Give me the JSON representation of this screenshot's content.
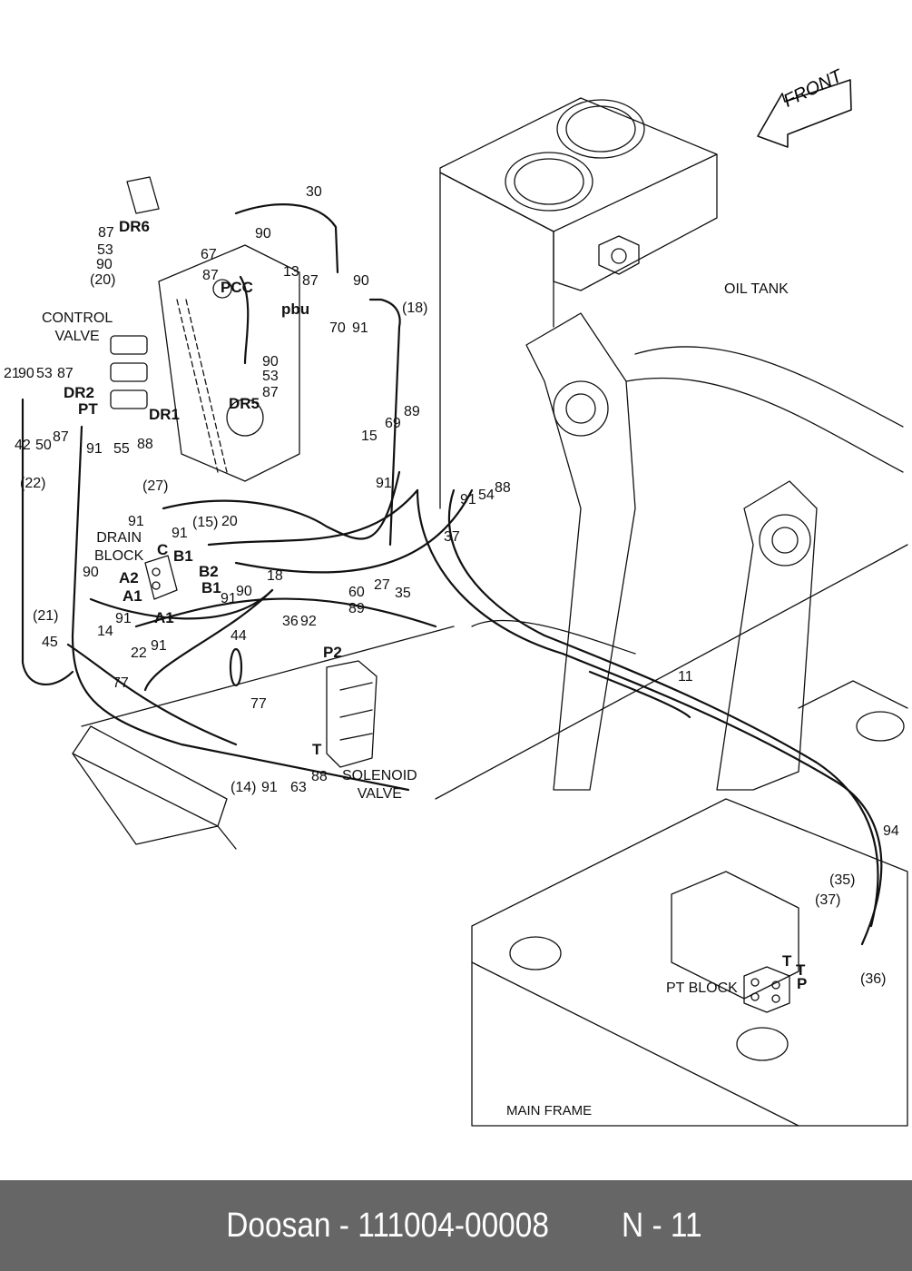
{
  "footer": {
    "brand_part": "Doosan - 111004-00008",
    "page": "N - 11"
  },
  "direction_arrow": {
    "label": "FRONT",
    "icon": "front-arrow-icon"
  },
  "assemblies": {
    "control_valve": [
      "CONTROL",
      "VALVE"
    ],
    "drain_block": [
      "DRAIN",
      "BLOCK"
    ],
    "solenoid_valve": [
      "SOLENOID",
      "VALVE"
    ],
    "oil_tank": "OIL TANK",
    "pt_block": "PT BLOCK",
    "main_frame": "MAIN FRAME"
  },
  "port_labels": {
    "dr6": "DR6",
    "pcc": "PCC",
    "pbu": "pbu",
    "dr5": "DR5",
    "dr2": "DR2",
    "pt": "PT",
    "dr1": "DR1",
    "c": "C",
    "b1_top": "B1",
    "a2": "A2",
    "b2": "B2",
    "a1_block": "A1",
    "b1_bottom": "B1",
    "a1_hose": "A1",
    "p2": "P2",
    "t_solenoid": "T",
    "t_pt1": "T",
    "t_pt2": "T",
    "p_pt": "P"
  },
  "callouts": [
    {
      "id": "c87a",
      "text": "87"
    },
    {
      "id": "c53a",
      "text": "53"
    },
    {
      "id": "c90a",
      "text": "90"
    },
    {
      "id": "c20",
      "text": "(20)"
    },
    {
      "id": "c30",
      "text": "30"
    },
    {
      "id": "c90b",
      "text": "90"
    },
    {
      "id": "c67",
      "text": "67"
    },
    {
      "id": "c87b",
      "text": "87"
    },
    {
      "id": "c13",
      "text": "13"
    },
    {
      "id": "c87c",
      "text": "87"
    },
    {
      "id": "c90c",
      "text": "90"
    },
    {
      "id": "c70",
      "text": "70"
    },
    {
      "id": "c91a",
      "text": "91"
    },
    {
      "id": "c18p",
      "text": "(18)"
    },
    {
      "id": "c21",
      "text": "21"
    },
    {
      "id": "c90d",
      "text": "90"
    },
    {
      "id": "c53b",
      "text": "53"
    },
    {
      "id": "c87d",
      "text": "87"
    },
    {
      "id": "c42",
      "text": "42"
    },
    {
      "id": "c50",
      "text": "50"
    },
    {
      "id": "c87e",
      "text": "87"
    },
    {
      "id": "c91b",
      "text": "91"
    },
    {
      "id": "c55",
      "text": "55"
    },
    {
      "id": "c88a",
      "text": "88"
    },
    {
      "id": "c22p",
      "text": "(22)"
    },
    {
      "id": "c90e",
      "text": "90"
    },
    {
      "id": "c53c",
      "text": "53"
    },
    {
      "id": "c87f",
      "text": "87"
    },
    {
      "id": "c15",
      "text": "15"
    },
    {
      "id": "c69",
      "text": "69"
    },
    {
      "id": "c89a",
      "text": "89"
    },
    {
      "id": "c91c",
      "text": "91"
    },
    {
      "id": "c91d",
      "text": "91"
    },
    {
      "id": "c54",
      "text": "54"
    },
    {
      "id": "c88b",
      "text": "88"
    },
    {
      "id": "c37",
      "text": "37"
    },
    {
      "id": "c27p",
      "text": "(27)"
    },
    {
      "id": "c91e",
      "text": "91"
    },
    {
      "id": "c91f",
      "text": "91"
    },
    {
      "id": "c15p",
      "text": "(15)"
    },
    {
      "id": "c20b",
      "text": "20"
    },
    {
      "id": "c90f",
      "text": "90"
    },
    {
      "id": "c91g",
      "text": "91"
    },
    {
      "id": "c90g",
      "text": "90"
    },
    {
      "id": "c18",
      "text": "18"
    },
    {
      "id": "c27",
      "text": "27"
    },
    {
      "id": "c35",
      "text": "35"
    },
    {
      "id": "c60",
      "text": "60"
    },
    {
      "id": "c89b",
      "text": "89"
    },
    {
      "id": "c36",
      "text": "36"
    },
    {
      "id": "c92",
      "text": "92"
    },
    {
      "id": "c21p",
      "text": "(21)"
    },
    {
      "id": "c14",
      "text": "14"
    },
    {
      "id": "c91h",
      "text": "91"
    },
    {
      "id": "c22",
      "text": "22"
    },
    {
      "id": "c91i",
      "text": "91"
    },
    {
      "id": "c45",
      "text": "45"
    },
    {
      "id": "c77a",
      "text": "77"
    },
    {
      "id": "c44",
      "text": "44"
    },
    {
      "id": "c77b",
      "text": "77"
    },
    {
      "id": "c14p",
      "text": "(14)"
    },
    {
      "id": "c91j",
      "text": "91"
    },
    {
      "id": "c63",
      "text": "63"
    },
    {
      "id": "c88c",
      "text": "88"
    },
    {
      "id": "c11",
      "text": "11"
    },
    {
      "id": "c94",
      "text": "94"
    },
    {
      "id": "c35p",
      "text": "(35)"
    },
    {
      "id": "c37p",
      "text": "(37)"
    },
    {
      "id": "c36p",
      "text": "(36)"
    }
  ]
}
